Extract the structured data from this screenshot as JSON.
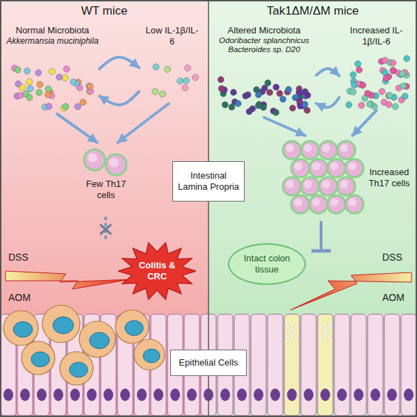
{
  "diagram": {
    "nodes": [
      {
        "text": [
          "WT mice"
        ]
      },
      {
        "text": [
          "Normal Microbiota",
          "Akkermansia muciniphila"
        ],
        "in": 0
      },
      {
        "text": [
          "Low IL-1β/IL-6"
        ],
        "in": 0
      },
      {
        "text": [
          "Few Th17 cells"
        ],
        "in": 0
      },
      {
        "text": [
          "Colitis & CRC"
        ],
        "in": 0
      },
      {
        "text": [
          "Tak1ΔM/ΔM mice"
        ]
      },
      {
        "text": [
          "Altered Microbiota",
          "Odoribacter splanchnicus Bacteroides sp. D20"
        ],
        "in": 5
      },
      {
        "text": [
          "Increased IL-1β/IL-6"
        ],
        "in": 5
      },
      {
        "text": [
          "Increased Th17 cells"
        ],
        "in": 5
      },
      {
        "text": [
          "Intact colon tissue"
        ],
        "in": 5
      },
      {
        "text": [
          "Intestinal Lamina Propria"
        ]
      },
      {
        "text": [
          "Epithelial Cells"
        ]
      }
    ],
    "edges": [
      {
        "from": 1,
        "to": 2,
        "arrow": "to"
      },
      {
        "from": 2,
        "to": 1,
        "arrow": "to"
      },
      {
        "from": 1,
        "to": 3,
        "arrow": "to"
      },
      {
        "from": 2,
        "to": 3,
        "arrow": "to"
      },
      {
        "from": 6,
        "to": 7,
        "arrow": "to"
      },
      {
        "from": 7,
        "to": 6,
        "arrow": "to"
      },
      {
        "from": 6,
        "to": 8,
        "arrow": "to"
      },
      {
        "from": 7,
        "to": 8,
        "arrow": "to"
      }
    ],
    "labels": [
      "DSS",
      "AOM",
      "DSS",
      "AOM"
    ]
  }
}
